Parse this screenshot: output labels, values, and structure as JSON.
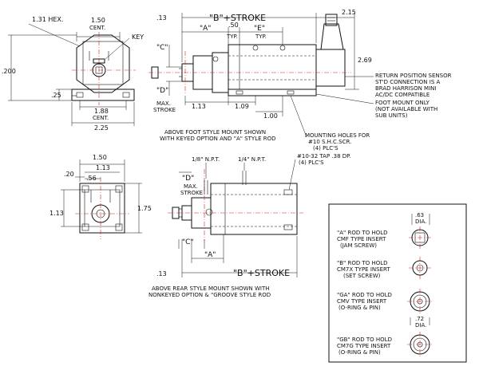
{
  "top": {
    "hex": "1.31 HEX.",
    "w150": "1.50",
    "cent": "CENT.",
    "key": "KEY",
    "h200": ".200",
    "d25": ".25",
    "w188": "1.88",
    "cent2": "CENT.",
    "w225": "2.25",
    "d13": ".13",
    "b_stroke": "\"B\"+STROKE",
    "d215": "2.15",
    "a": "\"A\"",
    "d50": ".50",
    "typ1": "TYP.",
    "e": "\"E\"",
    "typ2": "TYP.",
    "c": "\"C\"",
    "d": "\"D\"",
    "max": "MAX.",
    "stroke": "STROKE",
    "d113": "1.13",
    "d109": "1.09",
    "d100": "1.00",
    "d269": "2.69",
    "sensor1": "RETURN POSITION SENSOR",
    "sensor2": "ST'D CONNECTION IS A",
    "sensor3": "BRAD HARRISON MINI",
    "sensor4": "AC/DC COMPATIBLE",
    "foot1": "FOOT MOUNT ONLY",
    "foot2": "(NOT AVAILABLE WITH",
    "foot3": "SUB UNITS)",
    "cap1": "ABOVE FOOT STYLE MOUNT SHOWN",
    "cap2": "WITH KEYED OPTION AND \"A\" STYLE ROD",
    "holes1": "MOUNTING HOLES FOR",
    "holes2": "#10 S.H.C.SCR.",
    "holes3": "(4) PLC'S"
  },
  "bottom": {
    "w150": "1.50",
    "w113": "1.13",
    "d20": ".20",
    "d56": ".56",
    "h113": "1.13",
    "h175": "1.75",
    "npt18": "1/8\" N.P.T.",
    "npt14": "1/4\" N.P.T.",
    "tap1": "#10-32 TAP .38 DP.",
    "tap2": "(4) PLC'S",
    "d": "\"D\"",
    "max": "MAX.",
    "stroke": "STROKE",
    "c": "\"C\"",
    "a": "\"A\"",
    "d13": ".13",
    "b_stroke": "\"B\"+STROKE",
    "cap1": "ABOVE REAR STYLE MOUNT SHOWN WITH",
    "cap2": "NONKEYED OPTION & \"GROOVE STYLE ROD"
  },
  "rods": {
    "d63": ".63",
    "dia1": "DIA.",
    "a1": "\"A\" ROD TO HOLD",
    "a2": "CMF TYPE INSERT",
    "a3": "(JAM SCREW)",
    "b1": "\"B\" ROD TO HOLD",
    "b2": "CM7X TYPE INSERT",
    "b3": "(SET SCREW)",
    "ga1": "\"GA\" ROD TO HOLD",
    "ga2": "CMV TYPE INSERT",
    "ga3": "(O-RING & PIN)",
    "d72": ".72",
    "dia2": "DIA.",
    "gb1": "\"GB\" ROD TO HOLD",
    "gb2": "CM7G TYPE INSERT",
    "gb3": "(O-RING & PIN)"
  }
}
